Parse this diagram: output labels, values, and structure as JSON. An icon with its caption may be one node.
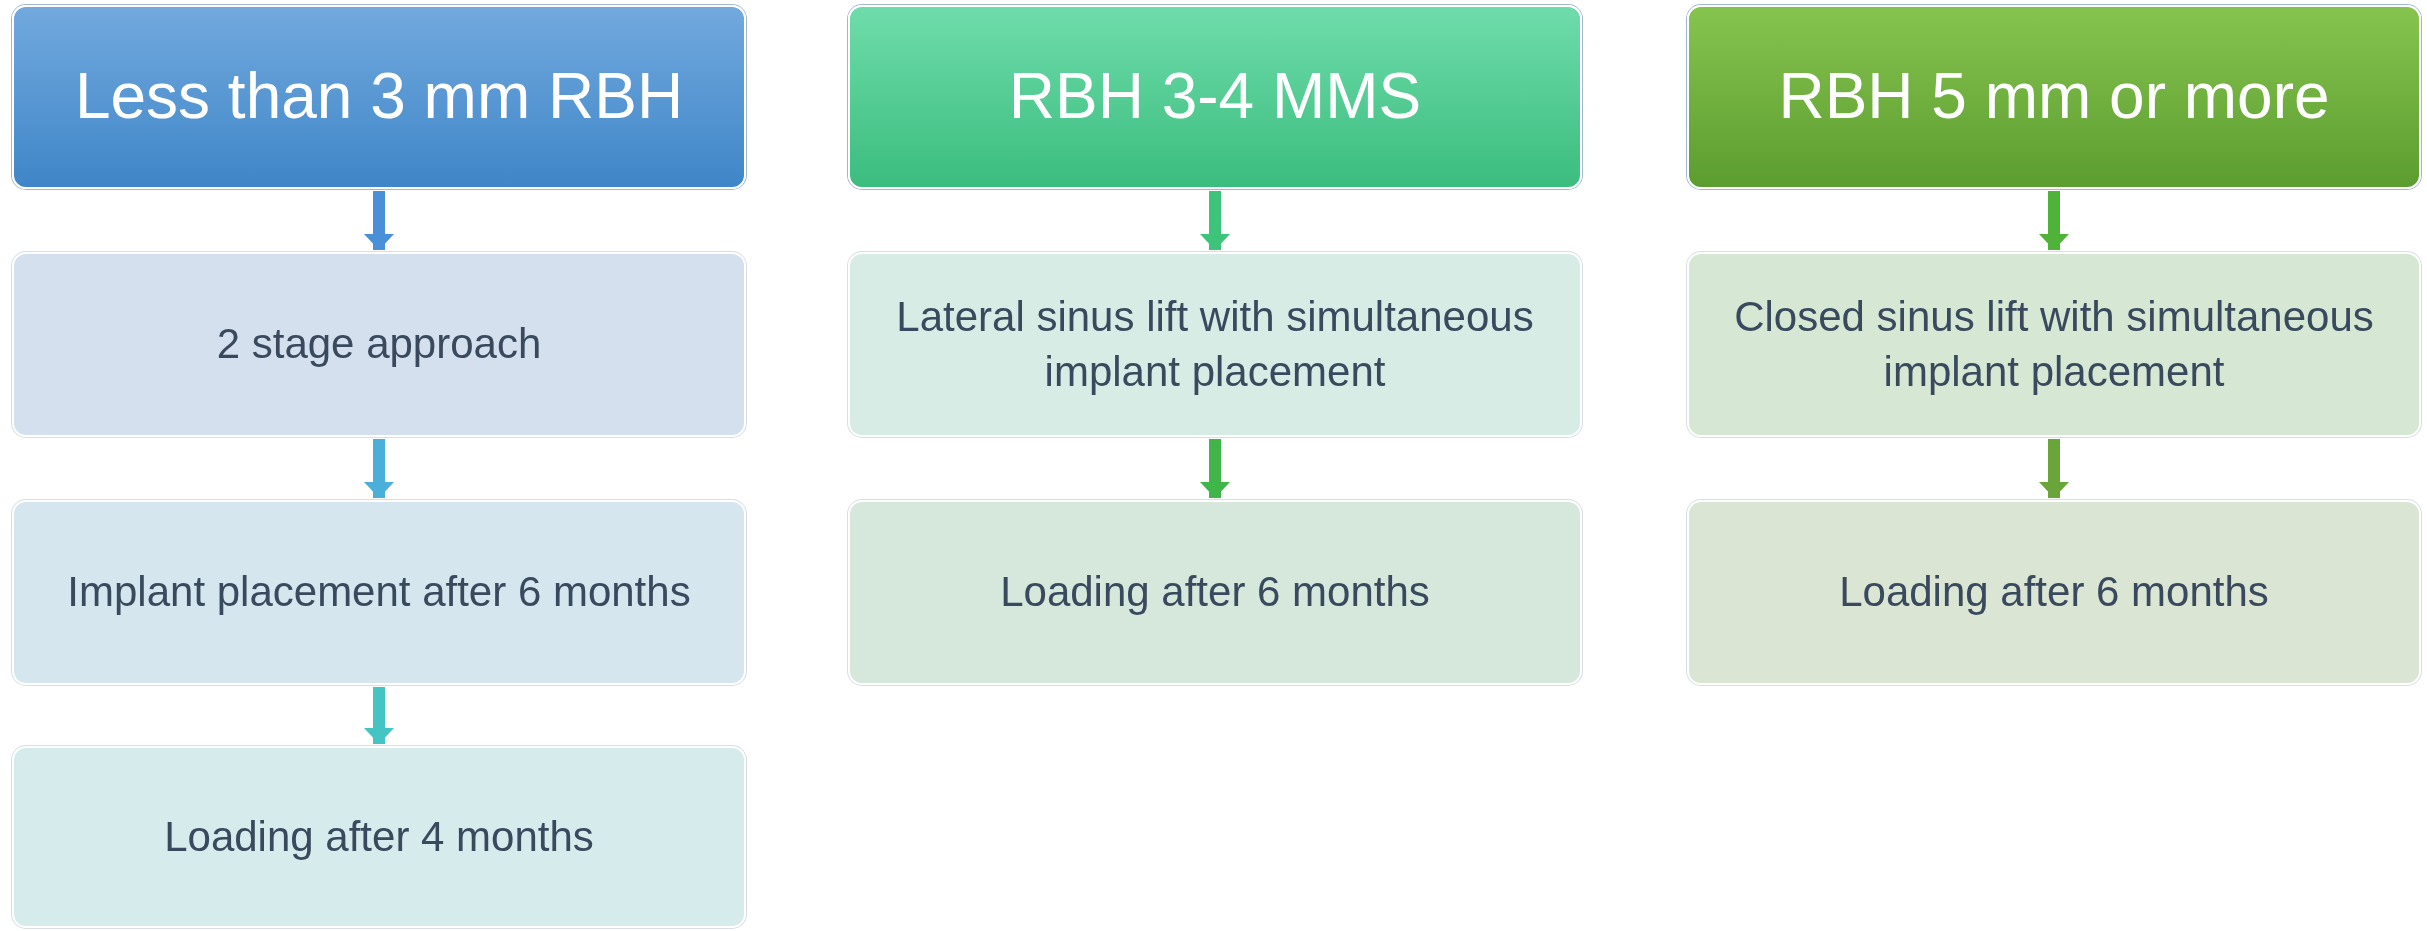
{
  "diagram": {
    "nodes": [
      {
        "text": [
          "Less than 3 mm RBH"
        ]
      },
      {
        "text": [
          "RBH 3-4 MMS"
        ]
      },
      {
        "text": [
          "RBH 5 mm or more"
        ]
      },
      {
        "text": [
          "2 stage approach"
        ]
      },
      {
        "text": [
          "Lateral sinus lift with simultaneous implant placement"
        ]
      },
      {
        "text": [
          "Closed sinus lift with simultaneous implant placement"
        ]
      },
      {
        "text": [
          "Implant placement after 6 months"
        ]
      },
      {
        "text": [
          "Loading after 6 months"
        ]
      },
      {
        "text": [
          "Loading after 6 months"
        ]
      },
      {
        "text": [
          "Loading after 4 months"
        ]
      }
    ],
    "edges": [
      {
        "from": 0,
        "to": 3,
        "arrow": "to",
        "color": "#4a90d9"
      },
      {
        "from": 3,
        "to": 6,
        "arrow": "to",
        "color": "#4ab0d9"
      },
      {
        "from": 6,
        "to": 9,
        "arrow": "to",
        "color": "#45c4c4"
      },
      {
        "from": 1,
        "to": 4,
        "arrow": "to",
        "color": "#3ec47a"
      },
      {
        "from": 4,
        "to": 7,
        "arrow": "to",
        "color": "#3fb54a"
      },
      {
        "from": 2,
        "to": 5,
        "arrow": "to",
        "color": "#4fb33a"
      },
      {
        "from": 5,
        "to": 8,
        "arrow": "to",
        "color": "#6aa53a"
      }
    ]
  }
}
